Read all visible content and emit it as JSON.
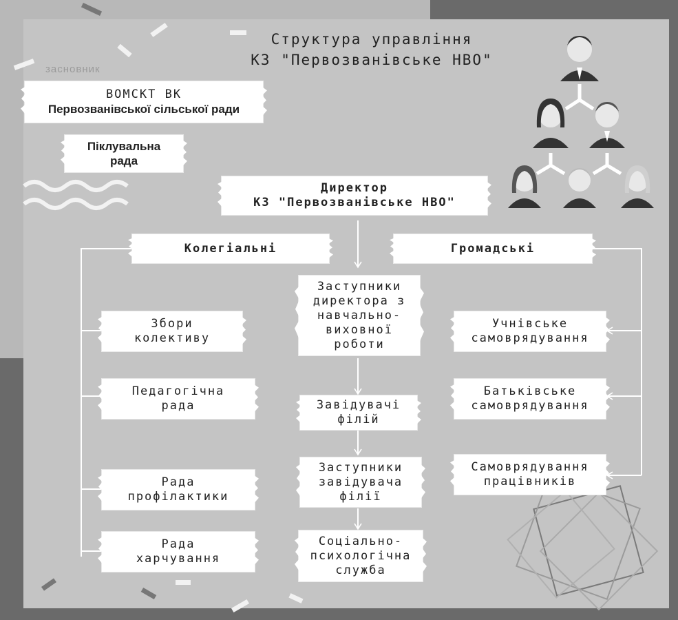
{
  "title": {
    "line1": "Структура управління",
    "line2": "КЗ \"Первозванівське НВО\""
  },
  "founder_label": "засновник",
  "founder": {
    "line1": "ВОМСКТ ВК",
    "line2": "Первозванівської сільської ради"
  },
  "trustees": {
    "line1": "Піклувальна",
    "line2": "рада"
  },
  "director": {
    "line1": "Директор",
    "line2": "КЗ \"Первозванівське НВО\""
  },
  "collegial": {
    "header": "Колегіальні",
    "items": [
      {
        "line1": "Збори",
        "line2": "колективу"
      },
      {
        "line1": "Педагогічна",
        "line2": "рада"
      },
      {
        "line1": "Рада",
        "line2": "профілактики"
      },
      {
        "line1": "Рада",
        "line2": "харчування"
      }
    ]
  },
  "public": {
    "header": "Громадські",
    "items": [
      {
        "line1": "Учнівське",
        "line2": "самоврядування"
      },
      {
        "line1": "Батьківське",
        "line2": "самоврядування"
      },
      {
        "line1": "Самоврядування",
        "line2": "працівників"
      }
    ]
  },
  "center": {
    "deputies": [
      "Заступники",
      "директора з",
      "навчально-",
      "виховної",
      "роботи"
    ],
    "branch_heads": [
      "Завідувачі",
      "філій"
    ],
    "branch_deputies": [
      "Заступники",
      "завідувача",
      "філії"
    ],
    "social_service": [
      "Соціально-",
      "психологічна",
      "служба"
    ]
  },
  "colors": {
    "panel": "#c4c4c4",
    "frame_dark": "#6a6a6a",
    "frame_light": "#b8b8b8",
    "box": "#ffffff",
    "line": "#ffffff",
    "text": "#222222"
  }
}
